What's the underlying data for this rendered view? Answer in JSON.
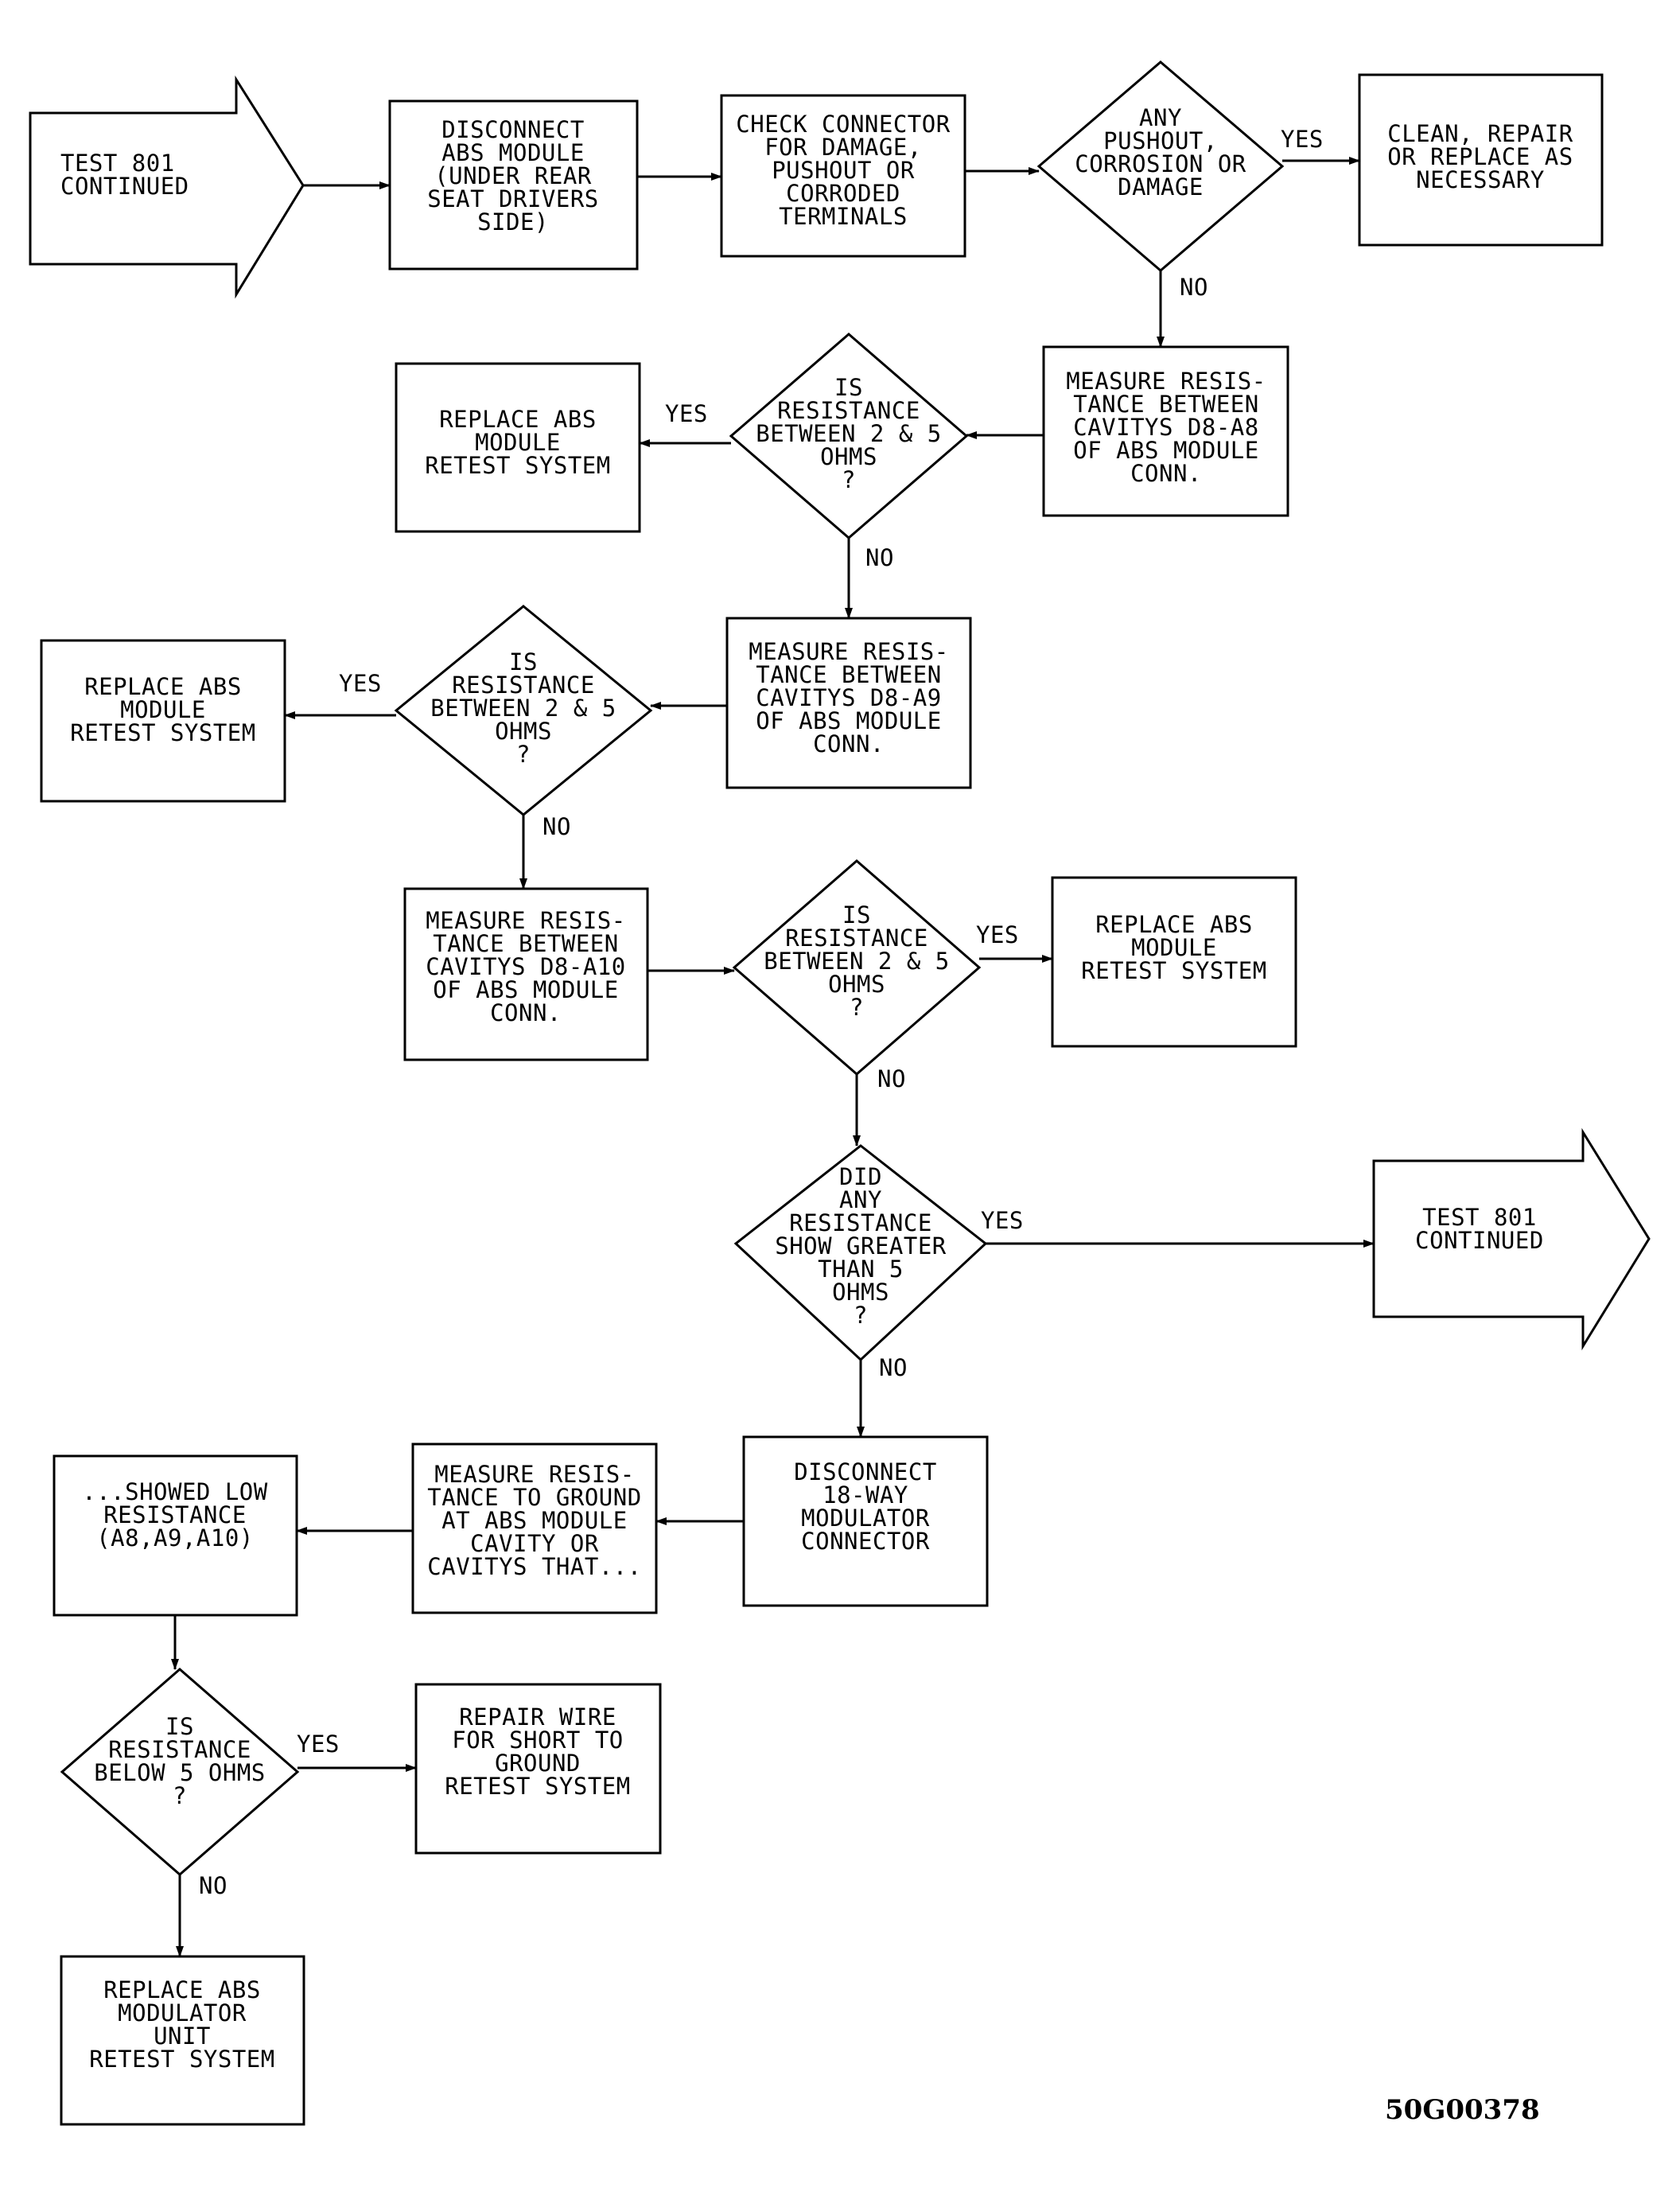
{
  "nodes": {
    "start_arrow": [
      "TEST 801",
      "CONTINUED"
    ],
    "disconnect_abs": [
      "DISCONNECT",
      "ABS MODULE",
      "(UNDER REAR",
      "SEAT DRIVERS",
      "SIDE)"
    ],
    "check_connector": [
      "CHECK CONNECTOR",
      "FOR DAMAGE,",
      "PUSHOUT OR",
      "CORRODED",
      "TERMINALS"
    ],
    "any_pushout": [
      "ANY",
      "PUSHOUT,",
      "CORROSION OR",
      "DAMAGE"
    ],
    "clean_repair": [
      "CLEAN, REPAIR",
      "OR REPLACE AS",
      "NECESSARY"
    ],
    "measure_a8": [
      "MEASURE RESIS-",
      "TANCE BETWEEN",
      "CAVITYS D8-A8",
      "OF ABS MODULE",
      "CONN."
    ],
    "is_res_1": [
      "IS",
      "RESISTANCE",
      "BETWEEN 2 & 5",
      "OHMS",
      "?"
    ],
    "replace_1": [
      "REPLACE ABS",
      "MODULE",
      "RETEST SYSTEM"
    ],
    "measure_a9": [
      "MEASURE RESIS-",
      "TANCE BETWEEN",
      "CAVITYS D8-A9",
      "OF ABS MODULE",
      "CONN."
    ],
    "is_res_2": [
      "IS",
      "RESISTANCE",
      "BETWEEN 2 & 5",
      "OHMS",
      "?"
    ],
    "replace_2": [
      "REPLACE ABS",
      "MODULE",
      "RETEST SYSTEM"
    ],
    "measure_a10": [
      "MEASURE RESIS-",
      "TANCE BETWEEN",
      "CAVITYS D8-A10",
      "OF ABS MODULE",
      "CONN."
    ],
    "is_res_3": [
      "IS",
      "RESISTANCE",
      "BETWEEN 2 & 5",
      "OHMS",
      "?"
    ],
    "replace_3": [
      "REPLACE ABS",
      "MODULE",
      "RETEST SYSTEM"
    ],
    "did_any": [
      "DID",
      "ANY",
      "RESISTANCE",
      "SHOW GREATER",
      "THAN 5",
      "OHMS",
      "?"
    ],
    "end_arrow": [
      "TEST 801",
      "CONTINUED"
    ],
    "disconnect_18way": [
      "DISCONNECT",
      "18-WAY",
      "MODULATOR",
      "CONNECTOR"
    ],
    "measure_ground": [
      "MEASURE RESIS-",
      "TANCE TO GROUND",
      "AT ABS MODULE",
      "CAVITY OR",
      "CAVITYS THAT..."
    ],
    "showed_low": [
      "...SHOWED LOW",
      "RESISTANCE",
      "(A8,A9,A10)"
    ],
    "is_below": [
      "IS",
      "RESISTANCE",
      "BELOW 5 OHMS",
      "?"
    ],
    "repair_wire": [
      "REPAIR WIRE",
      "FOR SHORT TO",
      "GROUND",
      "RETEST SYSTEM"
    ],
    "replace_modulator": [
      "REPLACE ABS",
      "MODULATOR",
      "UNIT",
      "RETEST SYSTEM"
    ]
  },
  "labels": {
    "yes": "YES",
    "no": "NO"
  },
  "figure_code": "50G00378"
}
